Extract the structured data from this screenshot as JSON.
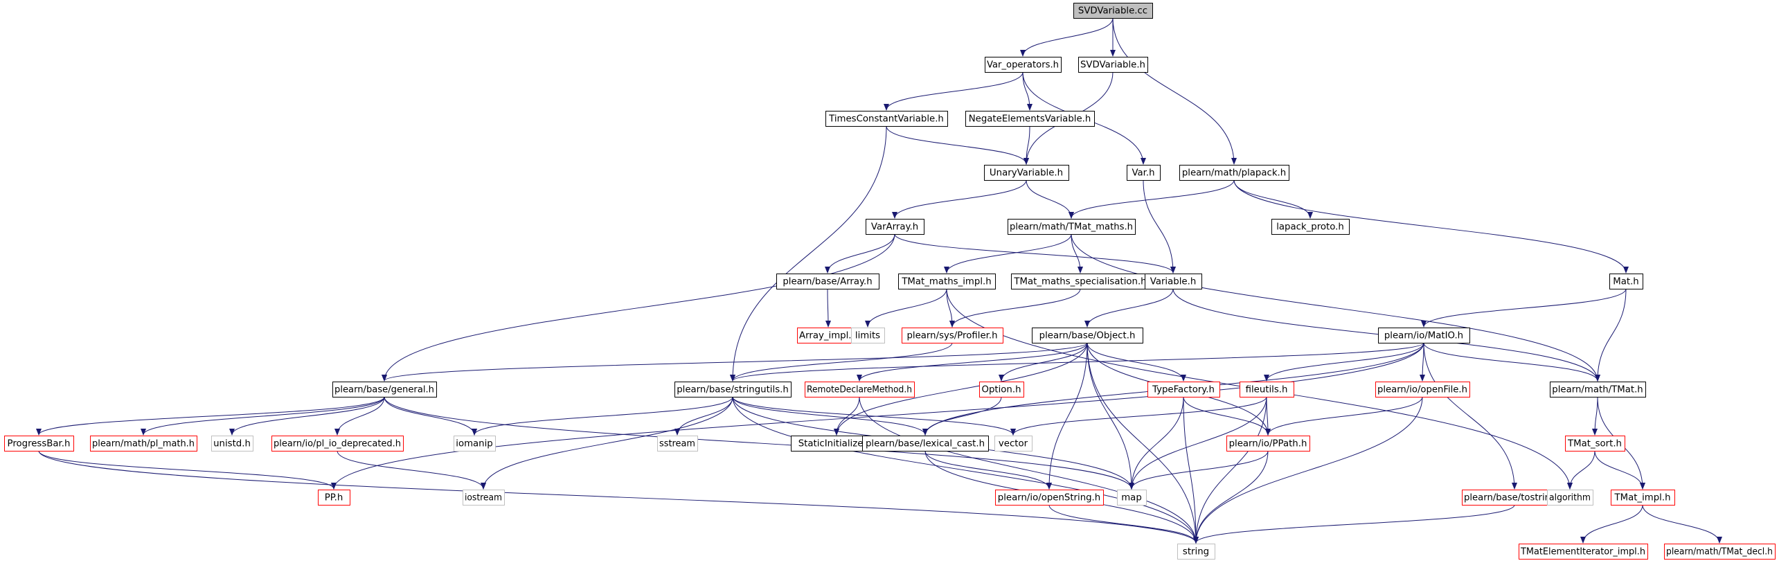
{
  "colors": {
    "edge": "#191970",
    "normal_border": "#000000",
    "red_border": "#ff0000",
    "gray_border": "#bfbfbf",
    "current_fill": "#bfbfbf"
  },
  "graph": {
    "nodes": [
      {
        "id": "svdvariable_cc",
        "label": "SVDVariable.cc",
        "style": "current"
      },
      {
        "id": "var_operators_h",
        "label": "Var_operators.h",
        "style": "normal"
      },
      {
        "id": "svdvariable_h",
        "label": "SVDVariable.h",
        "style": "normal"
      },
      {
        "id": "timesconstantvariable_h",
        "label": "TimesConstantVariable.h",
        "style": "normal"
      },
      {
        "id": "negateelementsvariable_h",
        "label": "NegateElementsVariable.h",
        "style": "normal"
      },
      {
        "id": "unaryvariable_h",
        "label": "UnaryVariable.h",
        "style": "normal"
      },
      {
        "id": "var_h",
        "label": "Var.h",
        "style": "normal"
      },
      {
        "id": "plapack_h",
        "label": "plearn/math/plapack.h",
        "style": "normal"
      },
      {
        "id": "lapack_proto_h",
        "label": "lapack_proto.h",
        "style": "normal"
      },
      {
        "id": "vararray_h",
        "label": "VarArray.h",
        "style": "normal"
      },
      {
        "id": "tmat_maths_h",
        "label": "plearn/math/TMat_maths.h",
        "style": "normal"
      },
      {
        "id": "array_h",
        "label": "plearn/base/Array.h",
        "style": "normal"
      },
      {
        "id": "tmat_maths_impl_h",
        "label": "TMat_maths_impl.h",
        "style": "normal"
      },
      {
        "id": "tmat_maths_spec_h",
        "label": "TMat_maths_specialisation.h",
        "style": "normal"
      },
      {
        "id": "variable_h",
        "label": "Variable.h",
        "style": "normal"
      },
      {
        "id": "mat_h",
        "label": "Mat.h",
        "style": "normal"
      },
      {
        "id": "array_impl_h",
        "label": "Array_impl.h",
        "style": "red"
      },
      {
        "id": "limits",
        "label": "limits",
        "style": "gray"
      },
      {
        "id": "profiler_h",
        "label": "plearn/sys/Profiler.h",
        "style": "red"
      },
      {
        "id": "object_h",
        "label": "plearn/base/Object.h",
        "style": "normal"
      },
      {
        "id": "matio_h",
        "label": "plearn/io/MatIO.h",
        "style": "normal"
      },
      {
        "id": "general_h",
        "label": "plearn/base/general.h",
        "style": "normal"
      },
      {
        "id": "stringutils_h",
        "label": "plearn/base/stringutils.h",
        "style": "normal"
      },
      {
        "id": "remotedeclaremethod_h",
        "label": "RemoteDeclareMethod.h",
        "style": "red"
      },
      {
        "id": "option_h",
        "label": "Option.h",
        "style": "red"
      },
      {
        "id": "typefactory_h",
        "label": "TypeFactory.h",
        "style": "red"
      },
      {
        "id": "fileutils_h",
        "label": "fileutils.h",
        "style": "red"
      },
      {
        "id": "openfile_h",
        "label": "plearn/io/openFile.h",
        "style": "red"
      },
      {
        "id": "tmat_h",
        "label": "plearn/math/TMat.h",
        "style": "normal"
      },
      {
        "id": "progressbar_h",
        "label": "ProgressBar.h",
        "style": "red"
      },
      {
        "id": "pl_math_h",
        "label": "plearn/math/pl_math.h",
        "style": "red"
      },
      {
        "id": "unistd_h",
        "label": "unistd.h",
        "style": "gray"
      },
      {
        "id": "pl_io_deprecated_h",
        "label": "plearn/io/pl_io_deprecated.h",
        "style": "red"
      },
      {
        "id": "iomanip",
        "label": "iomanip",
        "style": "gray"
      },
      {
        "id": "sstream",
        "label": "sstream",
        "style": "gray"
      },
      {
        "id": "staticinitializer_h",
        "label": "StaticInitializer.h",
        "style": "normal"
      },
      {
        "id": "lexical_cast_h",
        "label": "plearn/base/lexical_cast.h",
        "style": "normal"
      },
      {
        "id": "vector",
        "label": "vector",
        "style": "gray"
      },
      {
        "id": "ppath_h",
        "label": "plearn/io/PPath.h",
        "style": "red"
      },
      {
        "id": "tmat_sort_h",
        "label": "TMat_sort.h",
        "style": "red"
      },
      {
        "id": "pp_h",
        "label": "PP.h",
        "style": "red"
      },
      {
        "id": "iostream",
        "label": "iostream",
        "style": "gray"
      },
      {
        "id": "openstring_h",
        "label": "plearn/io/openString.h",
        "style": "red"
      },
      {
        "id": "map",
        "label": "map",
        "style": "gray"
      },
      {
        "id": "tostring_h",
        "label": "plearn/base/tostring.h",
        "style": "red"
      },
      {
        "id": "algorithm",
        "label": "algorithm",
        "style": "gray"
      },
      {
        "id": "tmat_impl_h",
        "label": "TMat_impl.h",
        "style": "red"
      },
      {
        "id": "string",
        "label": "string",
        "style": "gray"
      },
      {
        "id": "tmatelementiterator_impl_h",
        "label": "TMatElementIterator_impl.h",
        "style": "red"
      },
      {
        "id": "tmat_decl_h",
        "label": "plearn/math/TMat_decl.h",
        "style": "red"
      }
    ],
    "edges": [
      [
        "svdvariable_cc",
        "var_operators_h"
      ],
      [
        "svdvariable_cc",
        "svdvariable_h"
      ],
      [
        "svdvariable_cc",
        "plapack_h"
      ],
      [
        "var_operators_h",
        "timesconstantvariable_h"
      ],
      [
        "var_operators_h",
        "negateelementsvariable_h"
      ],
      [
        "var_operators_h",
        "var_h"
      ],
      [
        "svdvariable_h",
        "unaryvariable_h"
      ],
      [
        "timesconstantvariable_h",
        "unaryvariable_h"
      ],
      [
        "timesconstantvariable_h",
        "stringutils_h"
      ],
      [
        "negateelementsvariable_h",
        "unaryvariable_h"
      ],
      [
        "unaryvariable_h",
        "vararray_h"
      ],
      [
        "unaryvariable_h",
        "tmat_maths_h"
      ],
      [
        "var_h",
        "variable_h"
      ],
      [
        "plapack_h",
        "tmat_maths_h"
      ],
      [
        "plapack_h",
        "lapack_proto_h"
      ],
      [
        "plapack_h",
        "mat_h"
      ],
      [
        "vararray_h",
        "array_h"
      ],
      [
        "vararray_h",
        "variable_h"
      ],
      [
        "vararray_h",
        "general_h"
      ],
      [
        "tmat_maths_h",
        "tmat_maths_impl_h"
      ],
      [
        "tmat_maths_h",
        "tmat_maths_spec_h"
      ],
      [
        "tmat_maths_h",
        "tmat_h"
      ],
      [
        "array_h",
        "array_impl_h"
      ],
      [
        "tmat_maths_impl_h",
        "limits"
      ],
      [
        "tmat_maths_impl_h",
        "profiler_h"
      ],
      [
        "tmat_maths_impl_h",
        "algorithm"
      ],
      [
        "tmat_maths_spec_h",
        "profiler_h"
      ],
      [
        "variable_h",
        "object_h"
      ],
      [
        "variable_h",
        "tmat_h"
      ],
      [
        "mat_h",
        "matio_h"
      ],
      [
        "mat_h",
        "tmat_h"
      ],
      [
        "profiler_h",
        "stringutils_h"
      ],
      [
        "object_h",
        "general_h"
      ],
      [
        "object_h",
        "remotedeclaremethod_h"
      ],
      [
        "object_h",
        "option_h"
      ],
      [
        "object_h",
        "typefactory_h"
      ],
      [
        "object_h",
        "ppath_h"
      ],
      [
        "object_h",
        "staticinitializer_h"
      ],
      [
        "object_h",
        "openstring_h"
      ],
      [
        "object_h",
        "map"
      ],
      [
        "object_h",
        "string"
      ],
      [
        "matio_h",
        "stringutils_h"
      ],
      [
        "matio_h",
        "fileutils_h"
      ],
      [
        "matio_h",
        "openfile_h"
      ],
      [
        "matio_h",
        "tmat_h"
      ],
      [
        "matio_h",
        "tostring_h"
      ],
      [
        "matio_h",
        "lexical_cast_h"
      ],
      [
        "matio_h",
        "pp_h"
      ],
      [
        "general_h",
        "progressbar_h"
      ],
      [
        "general_h",
        "pl_math_h"
      ],
      [
        "general_h",
        "unistd_h"
      ],
      [
        "general_h",
        "pl_io_deprecated_h"
      ],
      [
        "general_h",
        "iomanip"
      ],
      [
        "general_h",
        "map"
      ],
      [
        "stringutils_h",
        "iomanip"
      ],
      [
        "stringutils_h",
        "sstream"
      ],
      [
        "stringutils_h",
        "lexical_cast_h"
      ],
      [
        "stringutils_h",
        "vector"
      ],
      [
        "stringutils_h",
        "map"
      ],
      [
        "stringutils_h",
        "iostream"
      ],
      [
        "stringutils_h",
        "string"
      ],
      [
        "remotedeclaremethod_h",
        "staticinitializer_h"
      ],
      [
        "remotedeclaremethod_h",
        "string"
      ],
      [
        "option_h",
        "lexical_cast_h"
      ],
      [
        "typefactory_h",
        "ppath_h"
      ],
      [
        "typefactory_h",
        "map"
      ],
      [
        "typefactory_h",
        "string"
      ],
      [
        "fileutils_h",
        "vector"
      ],
      [
        "fileutils_h",
        "ppath_h"
      ],
      [
        "fileutils_h",
        "map"
      ],
      [
        "fileutils_h",
        "string"
      ],
      [
        "openfile_h",
        "ppath_h"
      ],
      [
        "openfile_h",
        "string"
      ],
      [
        "tmat_h",
        "tmat_sort_h"
      ],
      [
        "tmat_h",
        "tmat_impl_h"
      ],
      [
        "progressbar_h",
        "pp_h"
      ],
      [
        "progressbar_h",
        "string"
      ],
      [
        "pl_io_deprecated_h",
        "iostream"
      ],
      [
        "lexical_cast_h",
        "openstring_h"
      ],
      [
        "lexical_cast_h",
        "string"
      ],
      [
        "ppath_h",
        "map"
      ],
      [
        "ppath_h",
        "string"
      ],
      [
        "openstring_h",
        "string"
      ],
      [
        "tostring_h",
        "string"
      ],
      [
        "tmat_sort_h",
        "algorithm"
      ],
      [
        "tmat_sort_h",
        "tmat_impl_h"
      ],
      [
        "tmat_impl_h",
        "tmatelementiterator_impl_h"
      ],
      [
        "tmat_impl_h",
        "tmat_decl_h"
      ]
    ]
  }
}
